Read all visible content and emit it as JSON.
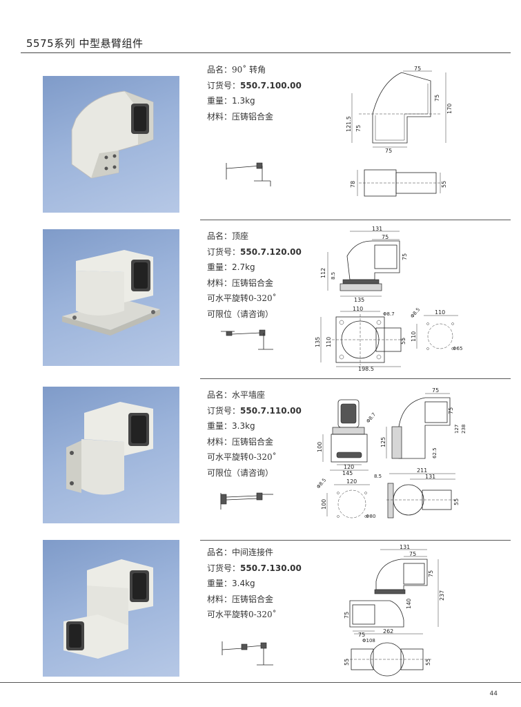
{
  "header": {
    "title": "5575系列  中型悬臂组件"
  },
  "page_number": "44",
  "products": [
    {
      "name_label": "品名：",
      "name": "90˚ 转角",
      "order_label": "订货号：",
      "order_no": "550.7.100.00",
      "weight_label": "重量：",
      "weight": "1.3kg",
      "material_label": "材料：",
      "material": "压铸铝合金",
      "dims_front": {
        "top": "75",
        "right": "75",
        "right_total": "170",
        "left_total": "121.5",
        "left": "75",
        "bottom": "75"
      },
      "dims_plan": {
        "left": "78",
        "right": "55"
      }
    },
    {
      "name_label": "品名：",
      "name": "顶座",
      "order_label": "订货号：",
      "order_no": "550.7.120.00",
      "weight_label": "重量：",
      "weight": "2.7kg",
      "material_label": "材料：",
      "material": "压铸铝合金",
      "note1": "可水平旋转0-320˚",
      "note2": "可限位（请咨询）",
      "dims_front": {
        "top_total": "131",
        "top": "75",
        "right": "75",
        "left_total": "112",
        "left": "8.5",
        "bottom": "135"
      },
      "dims_plan": {
        "top": "110",
        "hole": "Φ8.7",
        "left_total": "135",
        "left": "110",
        "right": "55",
        "bottom": "198.5"
      },
      "dims_hole": {
        "hole": "Φ8.5",
        "top": "110",
        "left": "110",
        "circle": "Φ65"
      }
    },
    {
      "name_label": "品名：",
      "name": "水平墙座",
      "order_label": "订货号：",
      "order_no": "550.7.110.00",
      "weight_label": "重量：",
      "weight": "3.3kg",
      "material_label": "材料：",
      "material": "压铸铝合金",
      "note1": "可水平旋转0-320˚",
      "note2": "可限位（请咨询）",
      "dims_front": {
        "hole": "Φ8.7",
        "left": "100",
        "bottom": "120",
        "bottom_total": "145"
      },
      "dims_side": {
        "top": "75",
        "right": "75",
        "left": "125",
        "right_a": "127",
        "right_b": "238",
        "lower": "62.5"
      },
      "dims_hole": {
        "hole": "Φ8.5",
        "top": "120",
        "left": "100",
        "circle": "Φ80"
      },
      "dims_plan": {
        "left": "8.5",
        "top_total": "211",
        "top": "131",
        "right": "55"
      }
    },
    {
      "name_label": "品名：",
      "name": "中间连接件",
      "order_label": "订货号：",
      "order_no": "550.7.130.00",
      "weight_label": "重量：",
      "weight": "3.4kg",
      "material_label": "材料：",
      "material": "压铸铝合金",
      "note1": "可水平旋转0-320˚",
      "dims_front": {
        "top_total": "131",
        "top": "75",
        "right": "75",
        "mid": "140",
        "right_total": "237",
        "left": "75",
        "bottom": "75"
      },
      "dims_plan": {
        "top": "262",
        "circle": "Φ108",
        "left": "55",
        "right": "55"
      }
    }
  ]
}
